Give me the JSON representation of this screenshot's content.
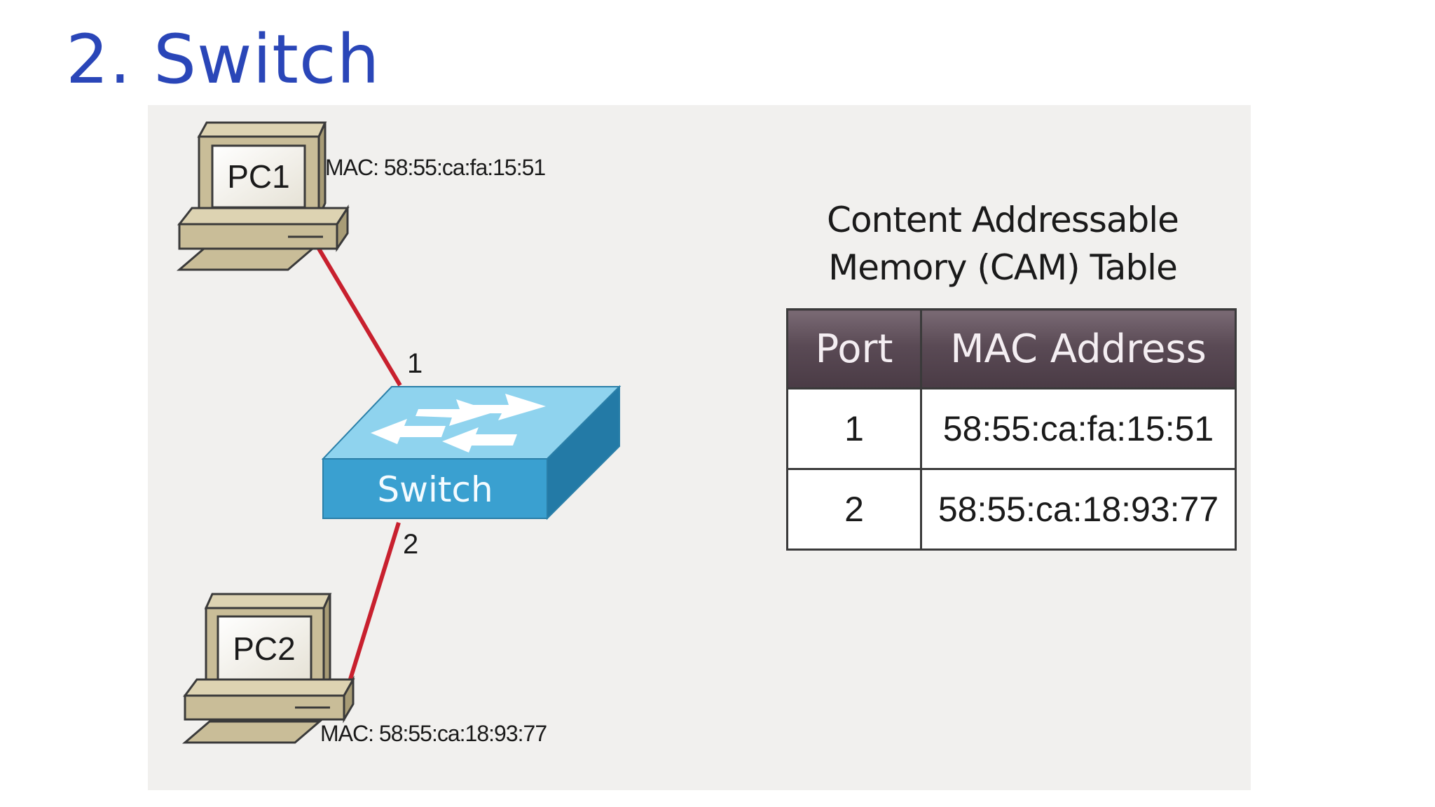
{
  "slide": {
    "title": "2. Switch"
  },
  "network": {
    "pc1": {
      "name": "PC1",
      "mac_label": "MAC: 58:55:ca:fa:15:51"
    },
    "pc2": {
      "name": "PC2",
      "mac_label": "MAC: 58:55:ca:18:93:77"
    },
    "switch": {
      "name": "Switch"
    },
    "ports": {
      "top": "1",
      "bottom": "2"
    }
  },
  "cam": {
    "title_line1": "Content Addressable",
    "title_line2": "Memory (CAM) Table",
    "headers": {
      "port": "Port",
      "mac": "MAC Address"
    },
    "rows": [
      {
        "port": "1",
        "mac": "58:55:ca:fa:15:51"
      },
      {
        "port": "2",
        "mac": "58:55:ca:18:93:77"
      }
    ]
  },
  "colors": {
    "title": "#2a46b8",
    "link": "#c8202e",
    "switch": "#3aa0d0",
    "computer": "#c9bd98"
  }
}
